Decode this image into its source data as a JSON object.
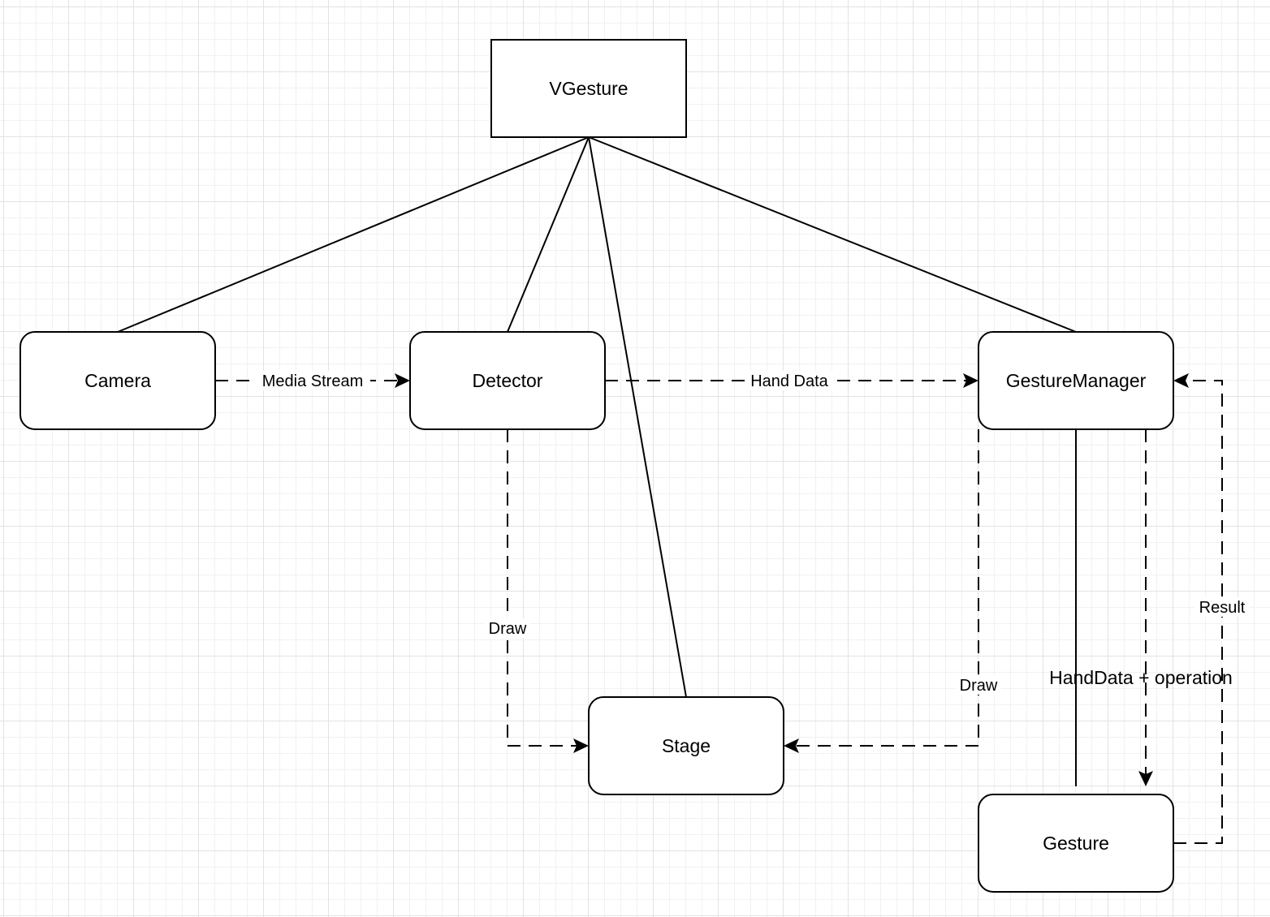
{
  "nodes": {
    "vgesture": "VGesture",
    "camera": "Camera",
    "detector": "Detector",
    "gesture_manager": "GestureManager",
    "stage": "Stage",
    "gesture": "Gesture"
  },
  "edges": {
    "media_stream": "Media Stream",
    "hand_data": "Hand Data",
    "detector_draw": "Draw",
    "manager_draw": "Draw",
    "hand_data_operation": "HandData + operation",
    "result": "Result"
  },
  "colors": {
    "stroke": "#000000",
    "node_fill": "#ffffff",
    "grid": "#e3e3e3"
  }
}
